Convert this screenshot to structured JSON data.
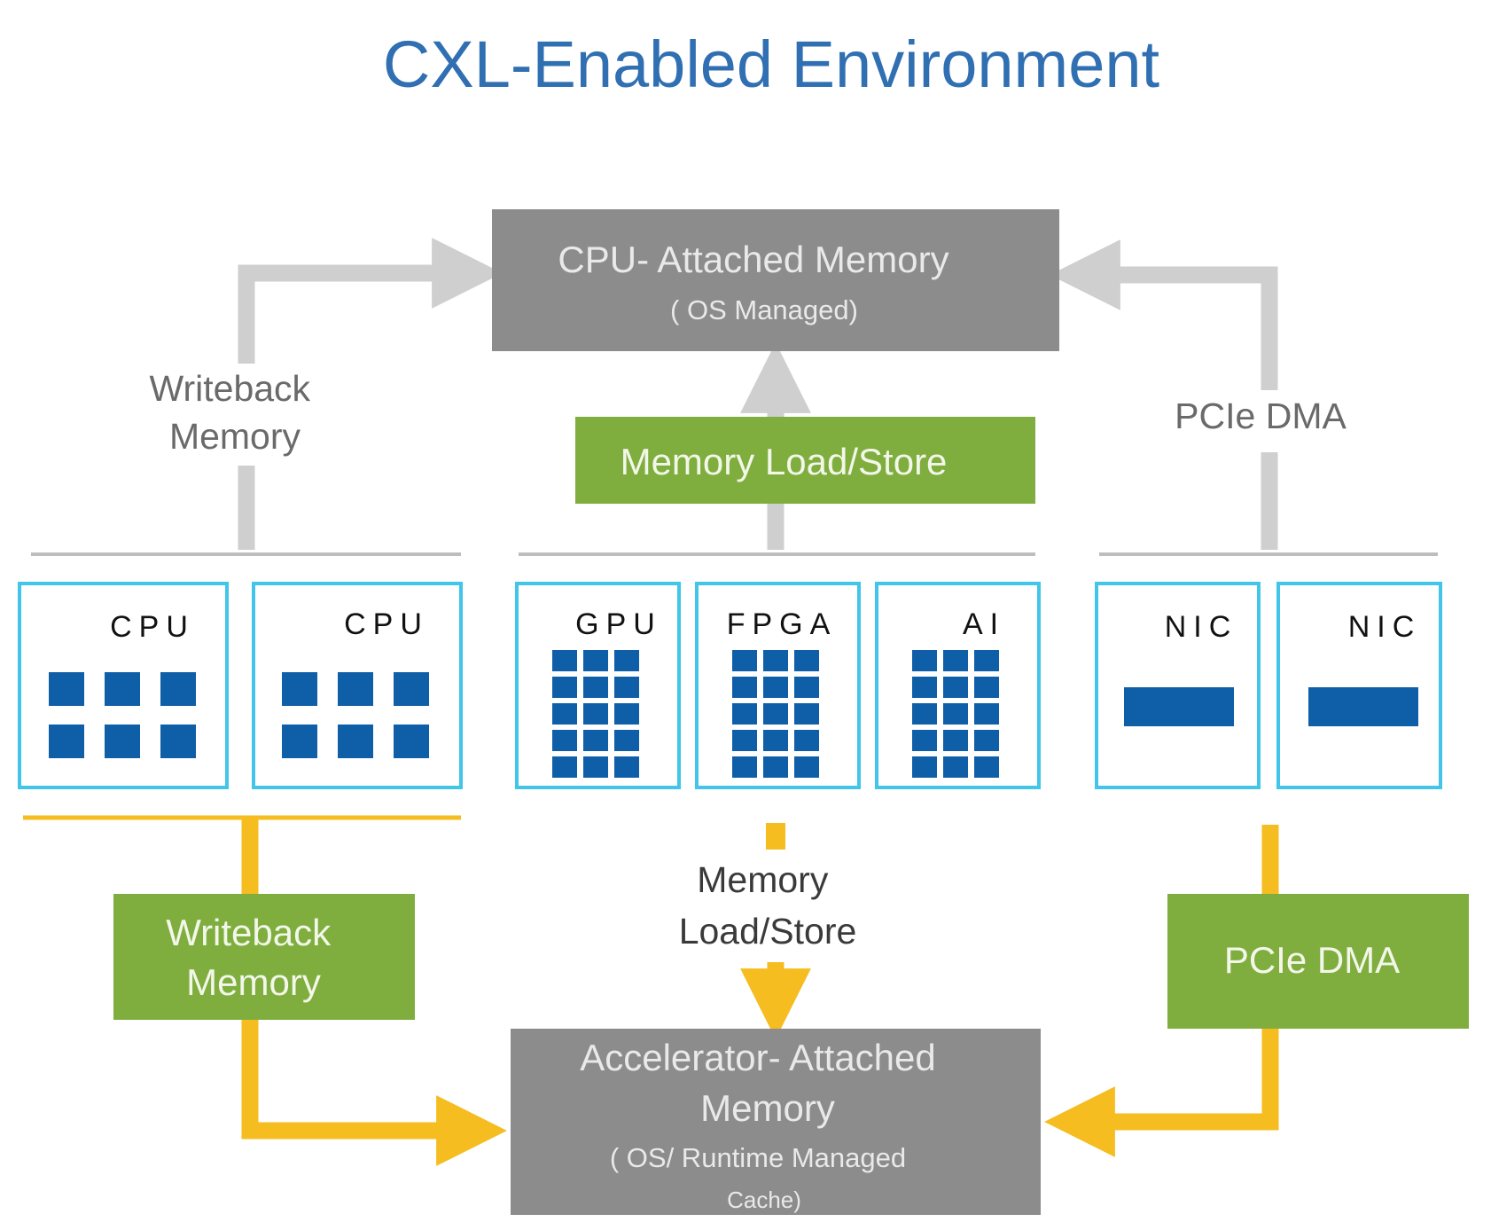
{
  "title": "CXL-Enabled Environment",
  "cpu_memory": {
    "title": "CPU- Attached Memory",
    "subtitle": "( OS  Managed)"
  },
  "accelerator_memory": {
    "line1": "Accelerator-  Attached",
    "line2": "Memory",
    "line3": "( OS/  Runtime Managed",
    "line4": "Cache)"
  },
  "top_labels": {
    "writeback": [
      "Writeback",
      "Memory"
    ],
    "memory_load_store": "Memory Load/Store",
    "pcie_dma": "PCIe DMA"
  },
  "bottom_labels": {
    "writeback": [
      "Writeback",
      "Memory"
    ],
    "memory_load_store": [
      "Memory",
      "Load/Store"
    ],
    "pcie_dma": "PCIe DMA"
  },
  "devices": {
    "cpu1": "CPU",
    "cpu2": "CPU",
    "gpu": "GPU",
    "fpga": "FPGA",
    "ai": "AI",
    "nic1": "NIC",
    "nic2": "NIC"
  },
  "colors": {
    "title_blue": "#2f6fb2",
    "memory_gray": "#8c8c8c",
    "green": "#7fae3e",
    "light_gray_arrow": "#cfcfcf",
    "yellow_arrow": "#f5bd20",
    "device_border": "#41c5e9",
    "chip_blue": "#0f5ea8"
  }
}
